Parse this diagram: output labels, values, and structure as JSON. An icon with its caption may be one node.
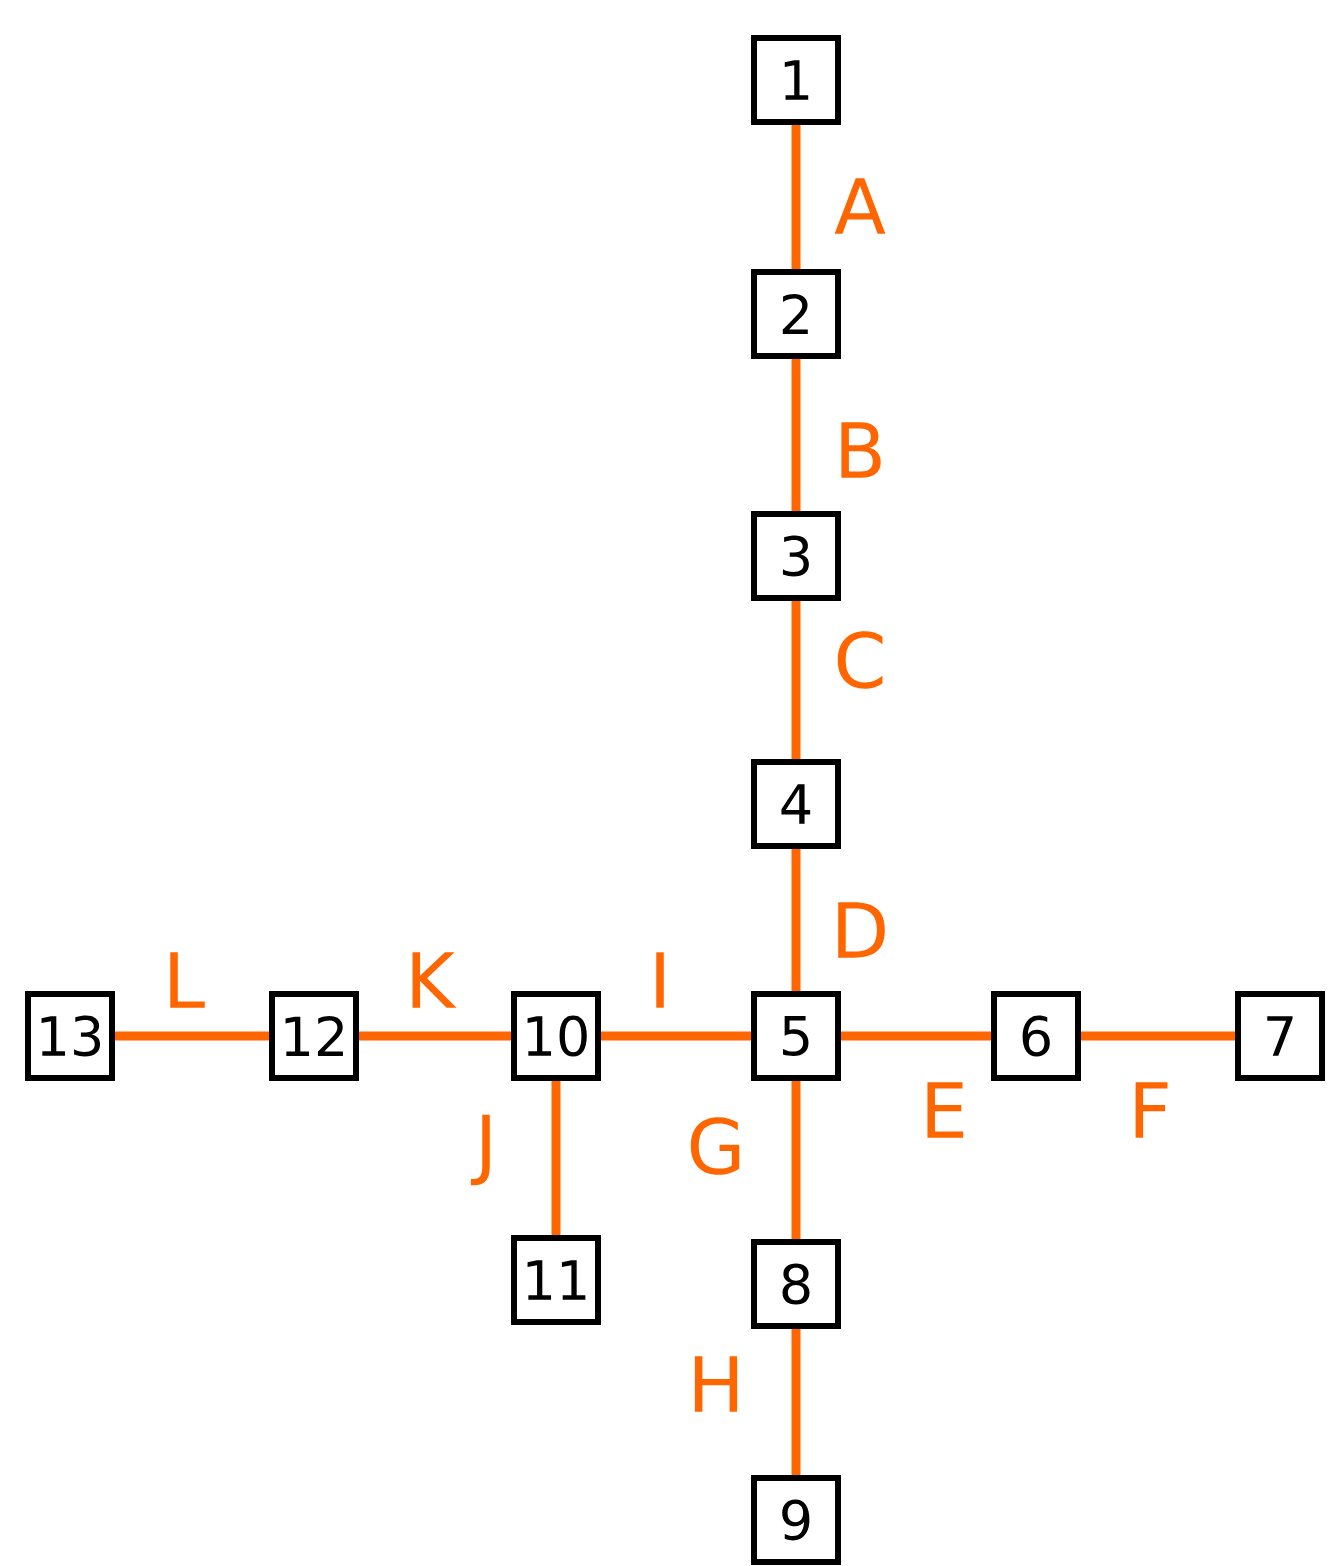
{
  "diagram": {
    "nodes": [
      {
        "text": [
          "1"
        ]
      },
      {
        "text": [
          "2"
        ]
      },
      {
        "text": [
          "3"
        ]
      },
      {
        "text": [
          "4"
        ]
      },
      {
        "text": [
          "5"
        ]
      },
      {
        "text": [
          "6"
        ]
      },
      {
        "text": [
          "7"
        ]
      },
      {
        "text": [
          "8"
        ]
      },
      {
        "text": [
          "9"
        ]
      },
      {
        "text": [
          "10"
        ]
      },
      {
        "text": [
          "11"
        ]
      },
      {
        "text": [
          "12"
        ]
      },
      {
        "text": [
          "13"
        ]
      }
    ],
    "edges": [
      {
        "from": 0,
        "to": 1,
        "arrow": "none",
        "label": "A"
      },
      {
        "from": 1,
        "to": 2,
        "arrow": "none",
        "label": "B"
      },
      {
        "from": 2,
        "to": 3,
        "arrow": "none",
        "label": "C"
      },
      {
        "from": 3,
        "to": 4,
        "arrow": "none",
        "label": "D"
      },
      {
        "from": 4,
        "to": 5,
        "arrow": "none",
        "label": "E"
      },
      {
        "from": 5,
        "to": 6,
        "arrow": "none",
        "label": "F"
      },
      {
        "from": 4,
        "to": 7,
        "arrow": "none",
        "label": "G"
      },
      {
        "from": 7,
        "to": 8,
        "arrow": "none",
        "label": "H"
      },
      {
        "from": 9,
        "to": 4,
        "arrow": "none",
        "label": "I"
      },
      {
        "from": 9,
        "to": 10,
        "arrow": "none",
        "label": "J"
      },
      {
        "from": 11,
        "to": 9,
        "arrow": "none",
        "label": "K"
      },
      {
        "from": 12,
        "to": 11,
        "arrow": "none",
        "label": "L"
      }
    ]
  }
}
